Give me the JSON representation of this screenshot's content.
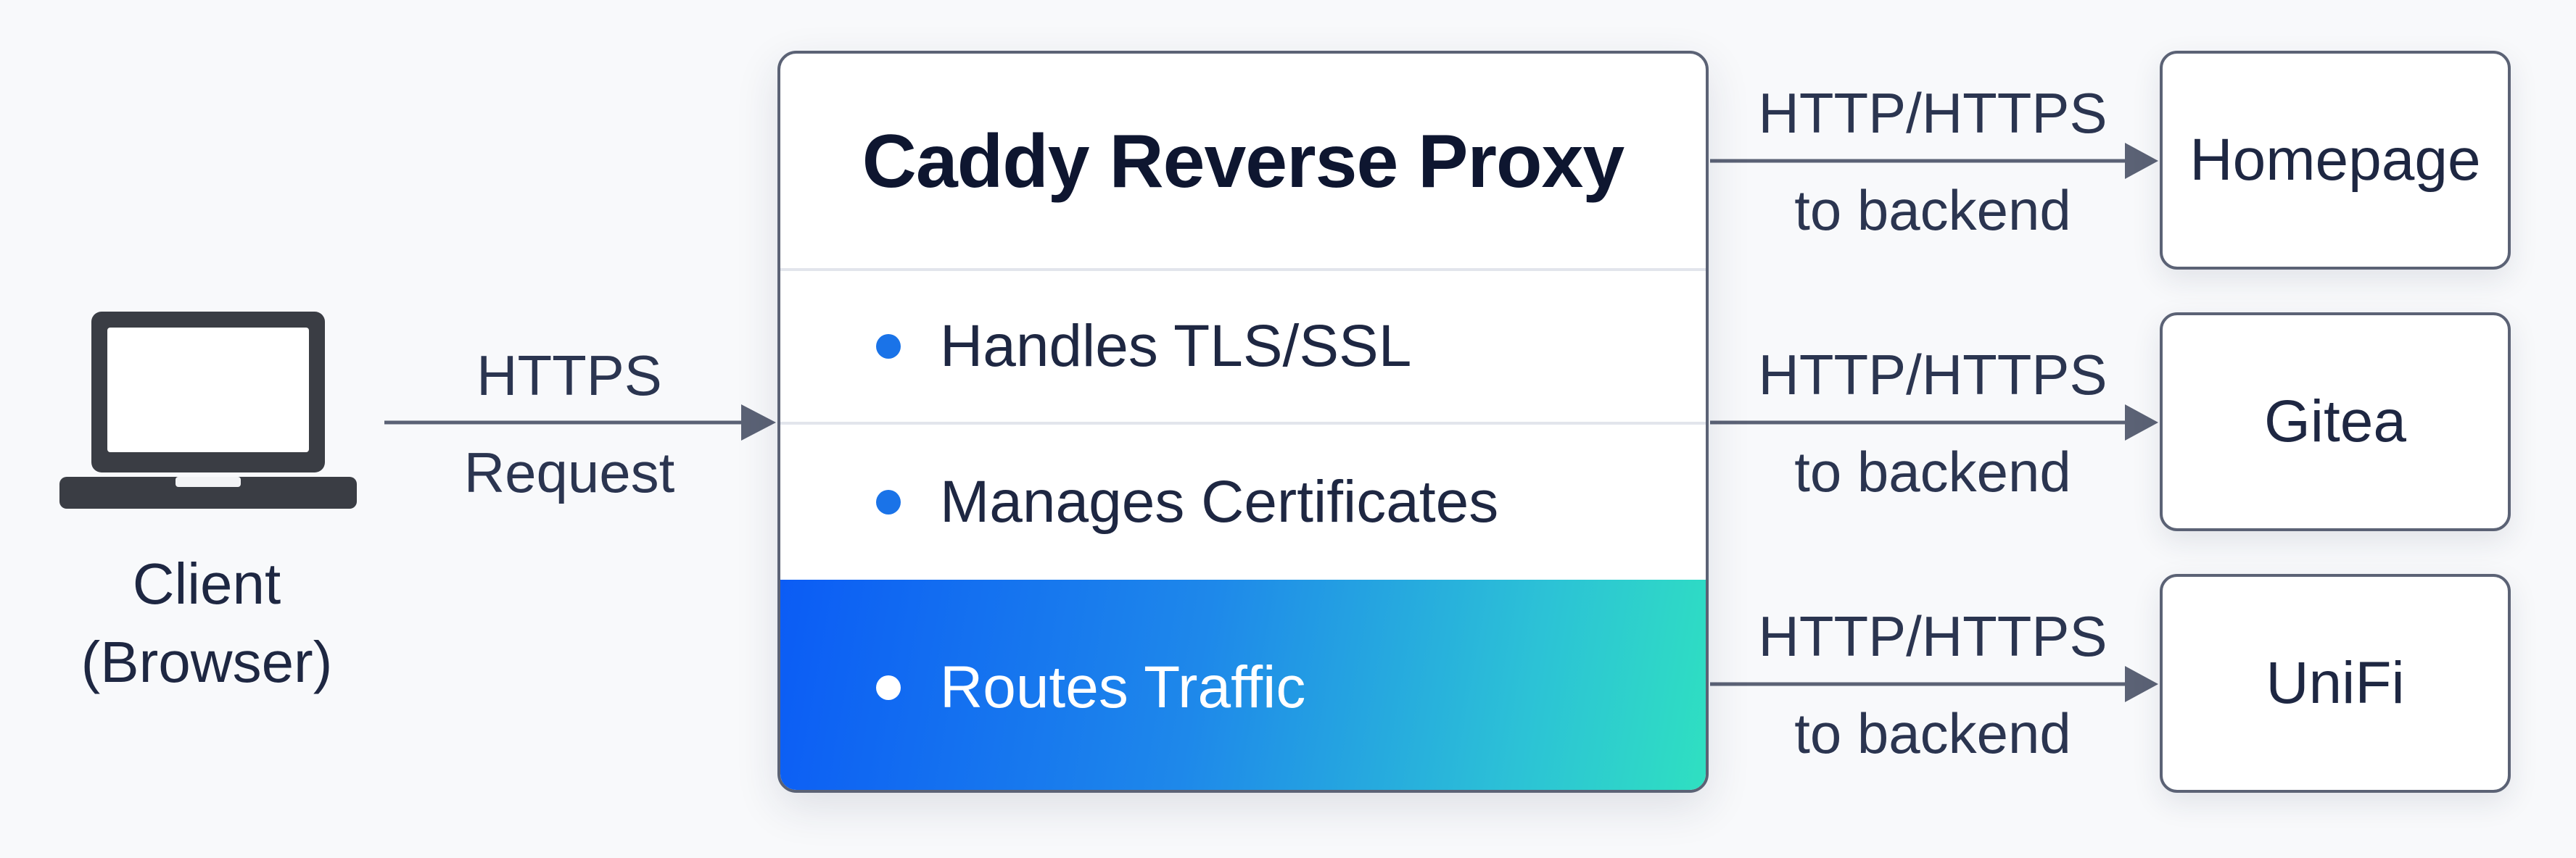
{
  "client": {
    "icon": "laptop-icon",
    "label_line1": "Client",
    "label_line2": "(Browser)"
  },
  "client_edge": {
    "line1": "HTTPS",
    "line2": "Request"
  },
  "proxy": {
    "title": "Caddy Reverse Proxy",
    "features": [
      {
        "label": "Handles TLS/SSL",
        "highlighted": false
      },
      {
        "label": "Manages Certificates",
        "highlighted": false
      },
      {
        "label": "Routes Traffic",
        "highlighted": true
      }
    ],
    "highlight_gradient": [
      "#0b5cf5",
      "#2fe0c1"
    ],
    "bullet_color": "#1a73e8"
  },
  "backend_edges": [
    {
      "line1": "HTTP/HTTPS",
      "line2": "to backend"
    },
    {
      "line1": "HTTP/HTTPS",
      "line2": "to backend"
    },
    {
      "line1": "HTTP/HTTPS",
      "line2": "to backend"
    }
  ],
  "backends": [
    {
      "label": "Homepage"
    },
    {
      "label": "Gitea"
    },
    {
      "label": "UniFi"
    }
  ],
  "colors": {
    "connector": "#5b6275",
    "text": "#1e2742"
  }
}
